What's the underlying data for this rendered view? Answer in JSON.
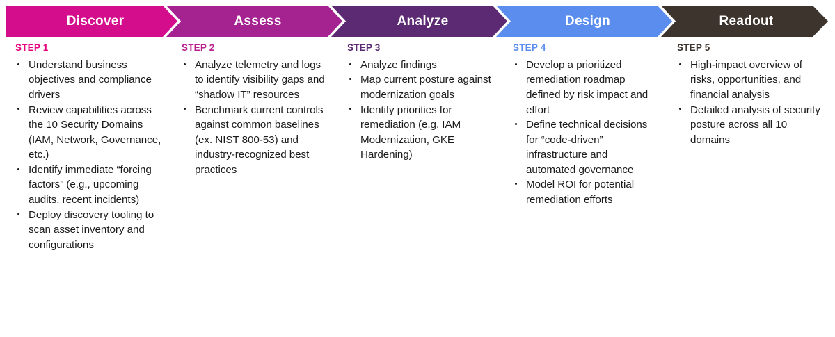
{
  "diagram": {
    "type": "process-chevron-flow",
    "background": "#ffffff",
    "phases": [
      {
        "label": "Discover",
        "color": "#d40d8c",
        "step_label": "STEP 1",
        "step_color": "#e6007e",
        "bullets": [
          "Understand business objectives and compliance drivers",
          "Review capabilities across the 10 Security Domains (IAM, Network, Governance, etc.)",
          "Identify immediate “forcing factors” (e.g., upcoming audits, recent incidents)",
          "Deploy discovery tooling to scan asset inventory and configurations"
        ]
      },
      {
        "label": "Assess",
        "color": "#a42391",
        "step_label": "STEP 2",
        "step_color": "#b81f8e",
        "bullets": [
          "Analyze telemetry and logs to identify visibility gaps and “shadow IT” resources",
          "Benchmark current controls against common baselines (ex. NIST 800-53) and industry-recognized best practices"
        ]
      },
      {
        "label": "Analyze",
        "color": "#5b2a72",
        "step_label": "STEP 3",
        "step_color": "#5b2a72",
        "bullets": [
          "Analyze findings",
          "Map current posture against modernization goals",
          "Identify priorities for remediation (e.g. IAM Modernization, GKE Hardening)"
        ]
      },
      {
        "label": "Design",
        "color": "#5b8dee",
        "step_label": "STEP 4",
        "step_color": "#5b8dee",
        "bullets": [
          "Develop a prioritized remediation roadmap defined by risk impact and effort",
          "Define technical decisions for “code-driven” infrastructure and automated governance",
          "Model ROI for potential remediation efforts"
        ]
      },
      {
        "label": "Readout",
        "color": "#3d342e",
        "step_label": "STEP 5",
        "step_color": "#3d342e",
        "bullets": [
          "High-impact overview of risks, opportunities, and financial analysis",
          "Detailed analysis of security posture across all 10 domains"
        ]
      }
    ]
  }
}
